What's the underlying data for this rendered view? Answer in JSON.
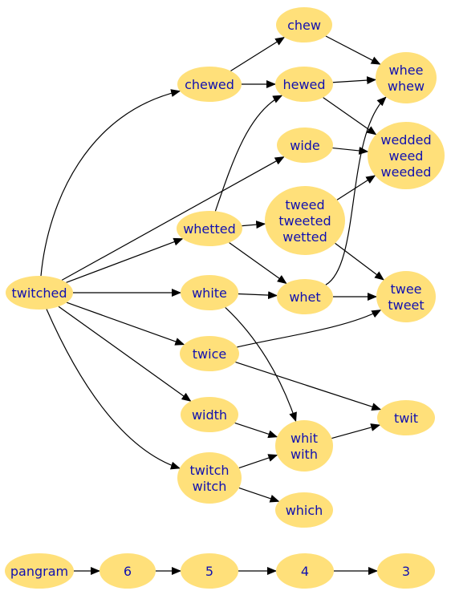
{
  "colors": {
    "node_fill": "#FFE07A",
    "text": "#1010B0",
    "edge": "#000000",
    "background": "#FFFFFF"
  },
  "nodes": [
    {
      "id": "twitched",
      "lines": [
        "twitched"
      ]
    },
    {
      "id": "chewed",
      "lines": [
        "chewed"
      ]
    },
    {
      "id": "chew",
      "lines": [
        "chew"
      ]
    },
    {
      "id": "hewed",
      "lines": [
        "hewed"
      ]
    },
    {
      "id": "wheewhew",
      "lines": [
        "whee",
        "whew"
      ]
    },
    {
      "id": "wide",
      "lines": [
        "wide"
      ]
    },
    {
      "id": "wedded",
      "lines": [
        "wedded",
        "weed",
        "weeded"
      ]
    },
    {
      "id": "whetted",
      "lines": [
        "whetted"
      ]
    },
    {
      "id": "tweed",
      "lines": [
        "tweed",
        "tweeted",
        "wetted"
      ]
    },
    {
      "id": "white",
      "lines": [
        "white"
      ]
    },
    {
      "id": "whet",
      "lines": [
        "whet"
      ]
    },
    {
      "id": "tweetweet",
      "lines": [
        "twee",
        "tweet"
      ]
    },
    {
      "id": "twice",
      "lines": [
        "twice"
      ]
    },
    {
      "id": "width",
      "lines": [
        "width"
      ]
    },
    {
      "id": "whitwith",
      "lines": [
        "whit",
        "with"
      ]
    },
    {
      "id": "twit",
      "lines": [
        "twit"
      ]
    },
    {
      "id": "twitchwitch",
      "lines": [
        "twitch",
        "witch"
      ]
    },
    {
      "id": "which",
      "lines": [
        "which"
      ]
    },
    {
      "id": "pangram",
      "lines": [
        "pangram"
      ]
    },
    {
      "id": "n6",
      "lines": [
        "6"
      ]
    },
    {
      "id": "n5",
      "lines": [
        "5"
      ]
    },
    {
      "id": "n4",
      "lines": [
        "4"
      ]
    },
    {
      "id": "n3",
      "lines": [
        "3"
      ]
    }
  ],
  "edges": [
    {
      "from": "twitched",
      "to": "chewed"
    },
    {
      "from": "twitched",
      "to": "wide"
    },
    {
      "from": "twitched",
      "to": "whetted"
    },
    {
      "from": "twitched",
      "to": "white"
    },
    {
      "from": "twitched",
      "to": "twice"
    },
    {
      "from": "twitched",
      "to": "width"
    },
    {
      "from": "twitched",
      "to": "twitchwitch"
    },
    {
      "from": "chewed",
      "to": "chew"
    },
    {
      "from": "chewed",
      "to": "hewed"
    },
    {
      "from": "chew",
      "to": "wheewhew"
    },
    {
      "from": "hewed",
      "to": "wheewhew"
    },
    {
      "from": "hewed",
      "to": "wedded"
    },
    {
      "from": "wide",
      "to": "wedded"
    },
    {
      "from": "whetted",
      "to": "hewed"
    },
    {
      "from": "whetted",
      "to": "tweed"
    },
    {
      "from": "whetted",
      "to": "whet"
    },
    {
      "from": "tweed",
      "to": "wedded"
    },
    {
      "from": "tweed",
      "to": "tweetweet"
    },
    {
      "from": "white",
      "to": "whet"
    },
    {
      "from": "white",
      "to": "whitwith"
    },
    {
      "from": "whet",
      "to": "wheewhew"
    },
    {
      "from": "whet",
      "to": "tweetweet"
    },
    {
      "from": "twice",
      "to": "tweetweet"
    },
    {
      "from": "twice",
      "to": "twit"
    },
    {
      "from": "width",
      "to": "whitwith"
    },
    {
      "from": "whitwith",
      "to": "twit"
    },
    {
      "from": "twitchwitch",
      "to": "whitwith"
    },
    {
      "from": "twitchwitch",
      "to": "which"
    },
    {
      "from": "pangram",
      "to": "n6"
    },
    {
      "from": "n6",
      "to": "n5"
    },
    {
      "from": "n5",
      "to": "n4"
    },
    {
      "from": "n4",
      "to": "n3"
    }
  ]
}
